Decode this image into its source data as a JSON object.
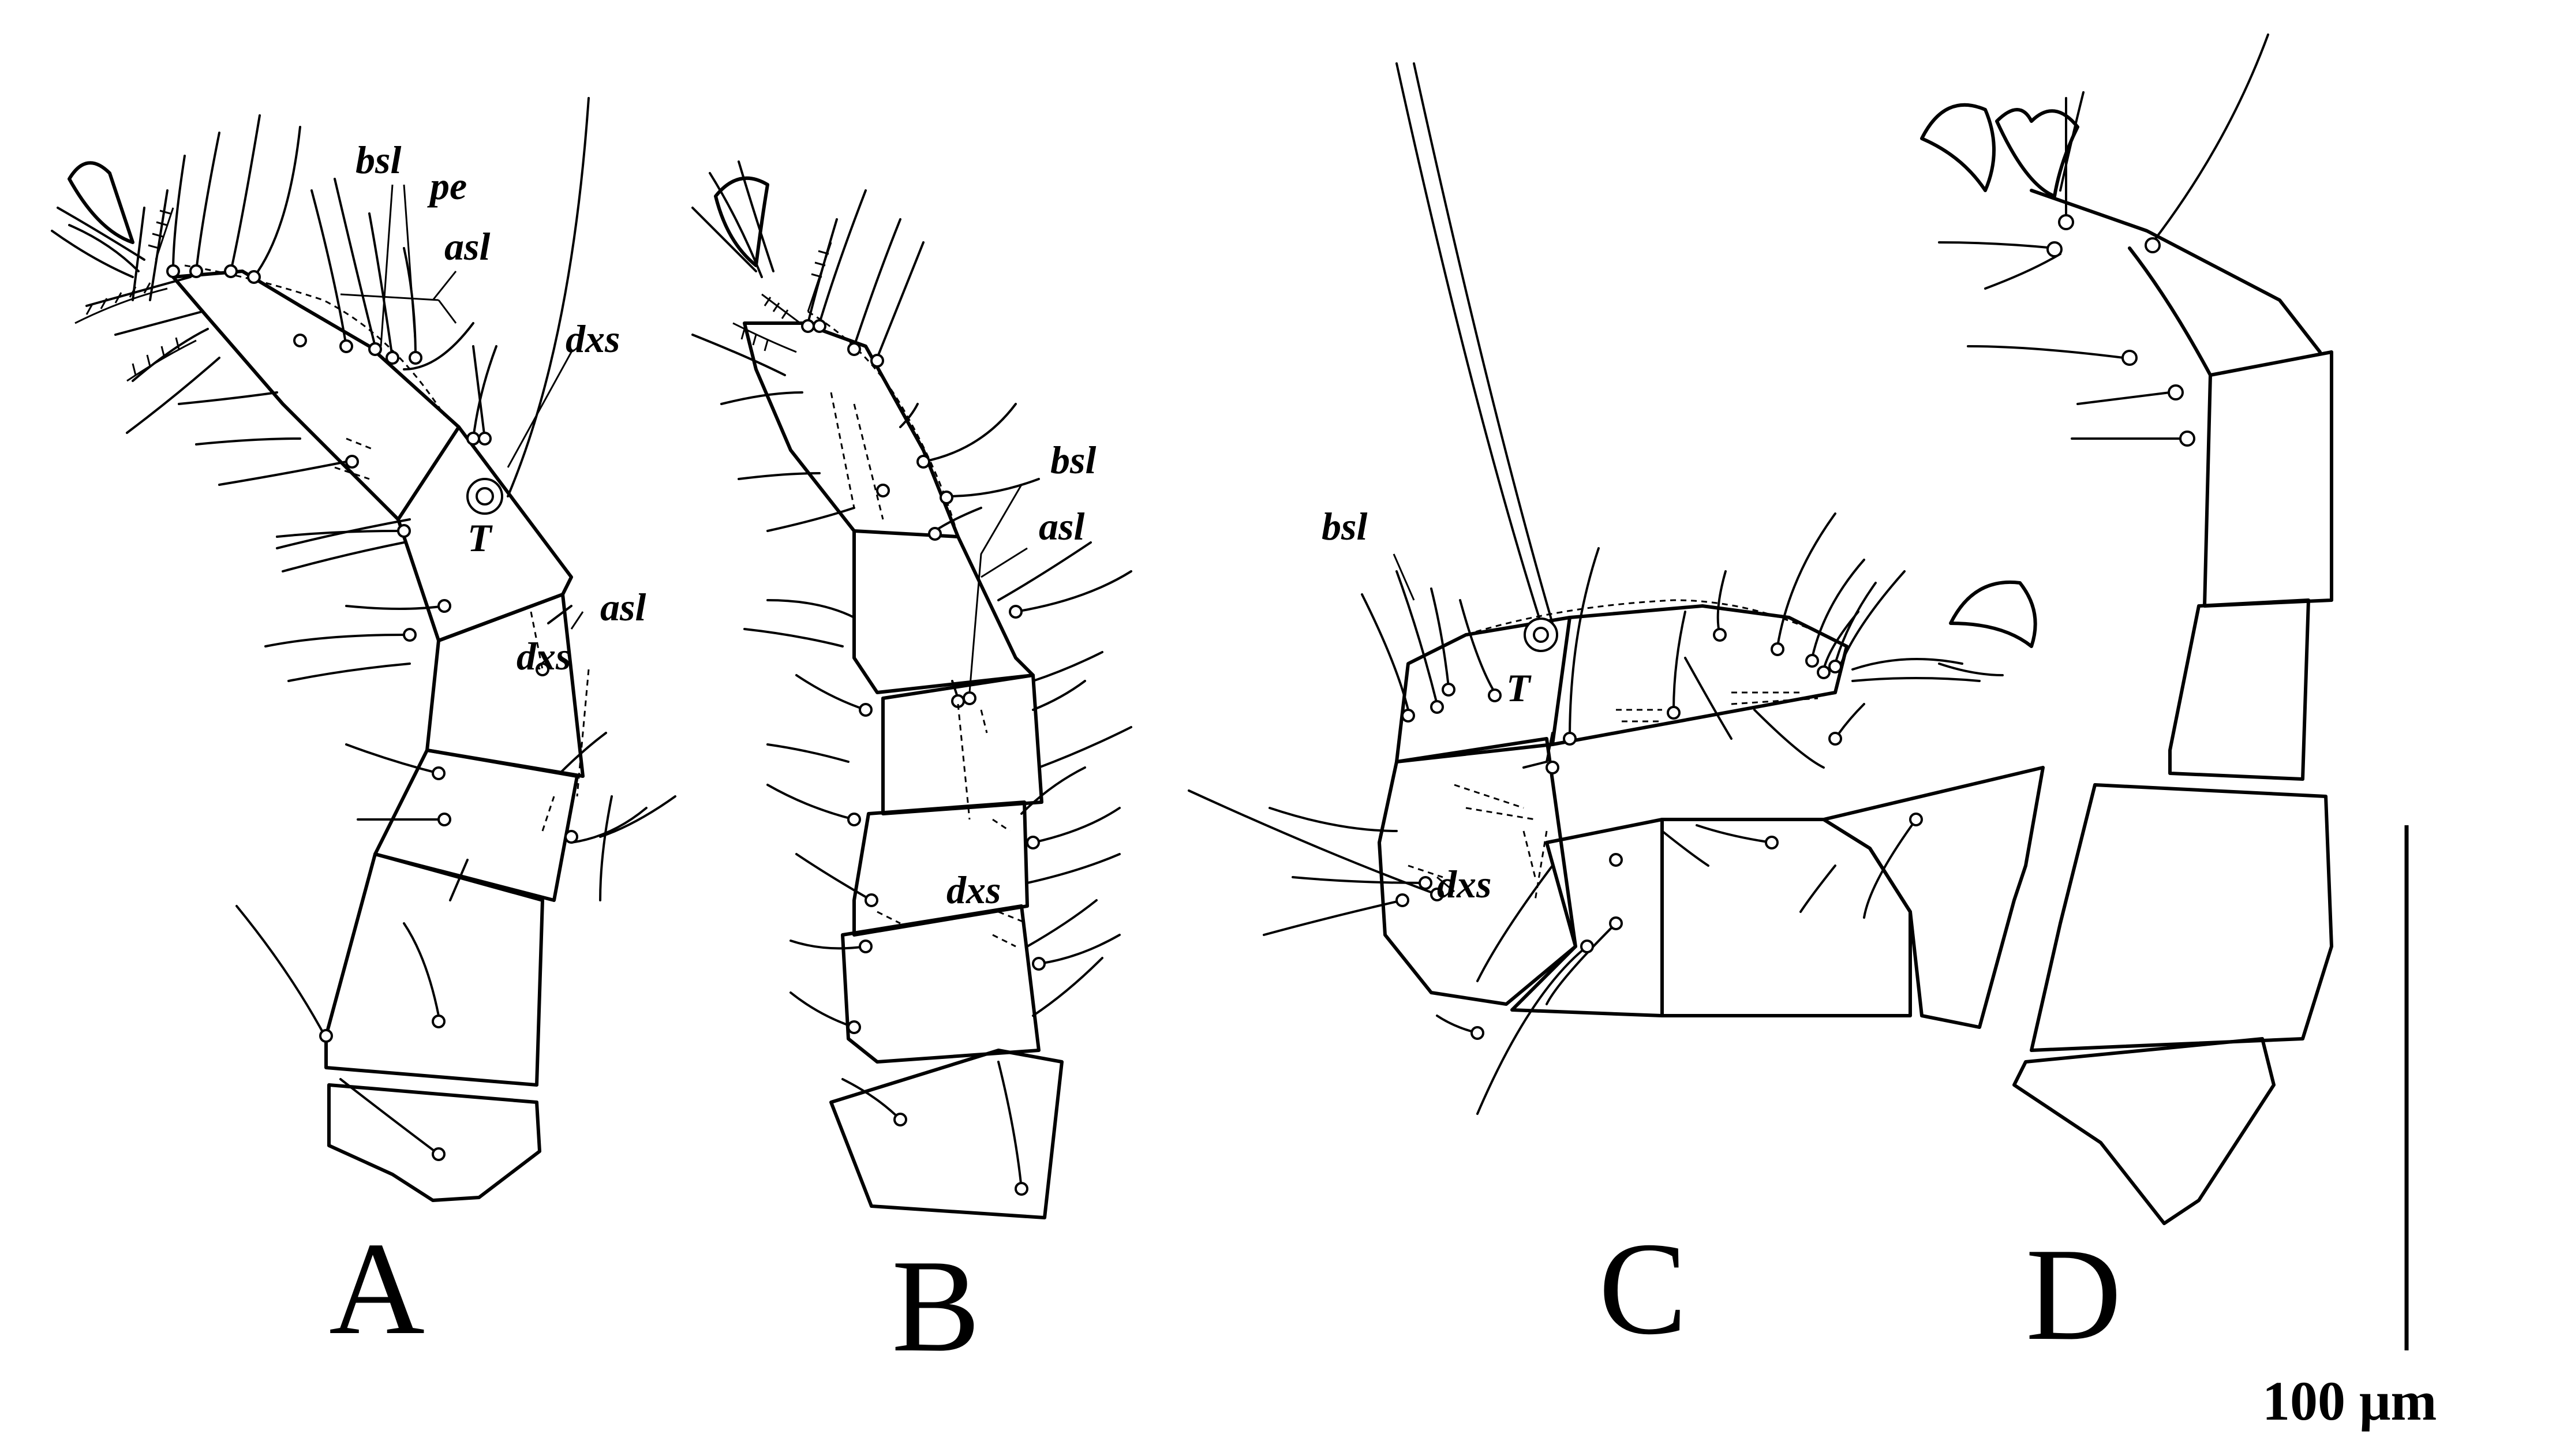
{
  "panels": [
    {
      "id": "A",
      "label": "A",
      "annotations": [
        "bsl",
        "pe",
        "asl",
        "dxs",
        "T",
        "asl",
        "dxs"
      ]
    },
    {
      "id": "B",
      "label": "B",
      "annotations": [
        "bsl",
        "asl",
        "dxs"
      ]
    },
    {
      "id": "C",
      "label": "C",
      "annotations": [
        "bsl",
        "T",
        "dxs"
      ]
    },
    {
      "id": "D",
      "label": "D",
      "annotations": []
    }
  ],
  "scale_bar": {
    "label": "100 μm"
  }
}
